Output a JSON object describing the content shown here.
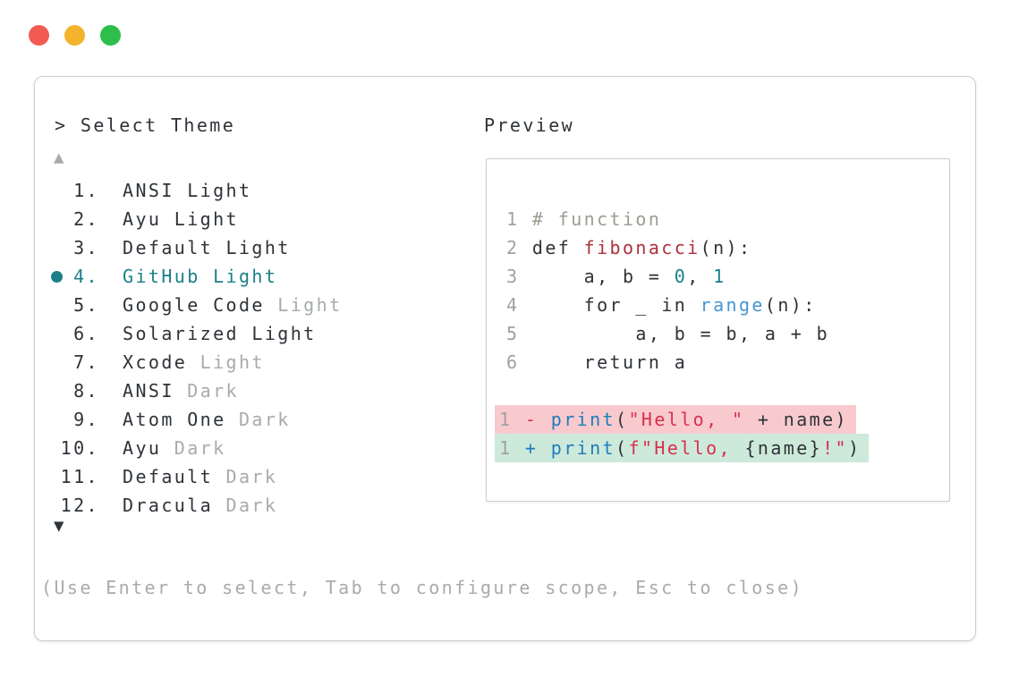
{
  "window": {
    "traffic_lights": [
      {
        "role": "close-button",
        "color": "#f15b51"
      },
      {
        "role": "minimize-button",
        "color": "#f3b32c"
      },
      {
        "role": "zoom-button",
        "color": "#2fbe4b"
      }
    ]
  },
  "colors": {
    "text": "#2e3338",
    "muted": "#a7abae",
    "border": "#cdcdcd",
    "accent": "#1a7f88",
    "comment": "#9a9e90",
    "function_name": "#ae303a",
    "number": "#15828d",
    "function_call": "#1e7cba",
    "builtin": "#4596d2",
    "string": "#d8304f",
    "line_number": "#9da2a6",
    "removed_bg": "#f8cace",
    "added_bg": "#cde9da"
  },
  "header": {
    "title": "> Select Theme",
    "preview_label": "Preview"
  },
  "theme_list": {
    "scroll_up_symbol": "▲",
    "scroll_down_symbol": "▼",
    "items": [
      {
        "number": "1.",
        "name": "ANSI Light",
        "muted": "",
        "selected": false
      },
      {
        "number": "2.",
        "name": "Ayu Light",
        "muted": "",
        "selected": false
      },
      {
        "number": "3.",
        "name": "Default Light",
        "muted": "",
        "selected": false
      },
      {
        "number": "4.",
        "name": "GitHub Light",
        "muted": "",
        "selected": true
      },
      {
        "number": "5.",
        "name": "Google Code",
        "muted": "Light",
        "selected": false
      },
      {
        "number": "6.",
        "name": "Solarized Light",
        "muted": "",
        "selected": false
      },
      {
        "number": "7.",
        "name": "Xcode",
        "muted": "Light",
        "selected": false
      },
      {
        "number": "8.",
        "name": "ANSI",
        "muted": "Dark",
        "selected": false
      },
      {
        "number": "9.",
        "name": "Atom One",
        "muted": "Dark",
        "selected": false
      },
      {
        "number": "10.",
        "name": "Ayu",
        "muted": "Dark",
        "selected": false
      },
      {
        "number": "11.",
        "name": "Default",
        "muted": "Dark",
        "selected": false
      },
      {
        "number": "12.",
        "name": "Dracula",
        "muted": "Dark",
        "selected": false
      }
    ]
  },
  "preview": {
    "code_lines": [
      {
        "ln": "1",
        "segments": [
          {
            "text": "# function",
            "type": "comment"
          }
        ]
      },
      {
        "ln": "2",
        "segments": [
          {
            "text": "def ",
            "type": "keyword"
          },
          {
            "text": "fibonacci",
            "type": "function_name"
          },
          {
            "text": "(n):",
            "type": "plain"
          }
        ]
      },
      {
        "ln": "3",
        "segments": [
          {
            "text": "    a, b = ",
            "type": "plain"
          },
          {
            "text": "0",
            "type": "number"
          },
          {
            "text": ", ",
            "type": "plain"
          },
          {
            "text": "1",
            "type": "number"
          }
        ]
      },
      {
        "ln": "4",
        "segments": [
          {
            "text": "    ",
            "type": "plain"
          },
          {
            "text": "for",
            "type": "keyword"
          },
          {
            "text": " _ ",
            "type": "plain"
          },
          {
            "text": "in",
            "type": "keyword"
          },
          {
            "text": " ",
            "type": "plain"
          },
          {
            "text": "range",
            "type": "builtin"
          },
          {
            "text": "(n):",
            "type": "plain"
          }
        ]
      },
      {
        "ln": "5",
        "segments": [
          {
            "text": "        a, b = b, a + b",
            "type": "plain"
          }
        ]
      },
      {
        "ln": "6",
        "segments": [
          {
            "text": "    ",
            "type": "plain"
          },
          {
            "text": "return",
            "type": "keyword"
          },
          {
            "text": " a",
            "type": "plain"
          }
        ]
      },
      {
        "ln": "",
        "segments": []
      },
      {
        "ln": "1",
        "diff": "removed",
        "segments": [
          {
            "text": "- ",
            "type": "string"
          },
          {
            "text": "print",
            "type": "function_call"
          },
          {
            "text": "(",
            "type": "plain"
          },
          {
            "text": "\"Hello, \"",
            "type": "string"
          },
          {
            "text": " + name)",
            "type": "plain"
          }
        ]
      },
      {
        "ln": "1",
        "diff": "added",
        "segments": [
          {
            "text": "+ ",
            "type": "function_call"
          },
          {
            "text": "print",
            "type": "function_call"
          },
          {
            "text": "(",
            "type": "plain"
          },
          {
            "text": "f\"Hello, ",
            "type": "string"
          },
          {
            "text": "{name}",
            "type": "plain"
          },
          {
            "text": "!\"",
            "type": "string"
          },
          {
            "text": ")",
            "type": "plain"
          }
        ]
      }
    ]
  },
  "footer": {
    "hint": "(Use Enter to select, Tab to configure scope, Esc to close)"
  }
}
